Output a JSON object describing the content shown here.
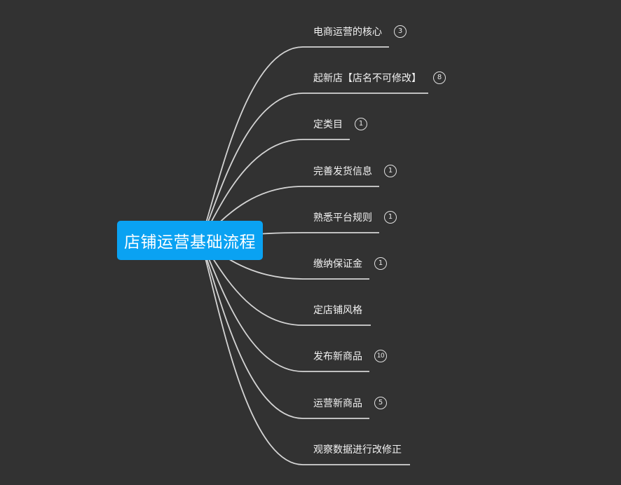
{
  "root": {
    "label": "店铺运营基础流程"
  },
  "colors": {
    "background": "#323232",
    "root": "#0aa2f2",
    "link": "#d4d4d4",
    "text": "#f2f2f2"
  },
  "branches": [
    {
      "label": "电商运营的核心",
      "count": "3"
    },
    {
      "label": "起新店【店名不可修改】",
      "count": "8"
    },
    {
      "label": "定类目",
      "count": "1"
    },
    {
      "label": "完善发货信息",
      "count": "1"
    },
    {
      "label": "熟悉平台规则",
      "count": "1"
    },
    {
      "label": "缴纳保证金",
      "count": "1"
    },
    {
      "label": "定店铺风格",
      "count": ""
    },
    {
      "label": "发布新商品",
      "count": "10"
    },
    {
      "label": "运营新商品",
      "count": "5"
    },
    {
      "label": "观察数据进行改修正",
      "count": ""
    }
  ]
}
